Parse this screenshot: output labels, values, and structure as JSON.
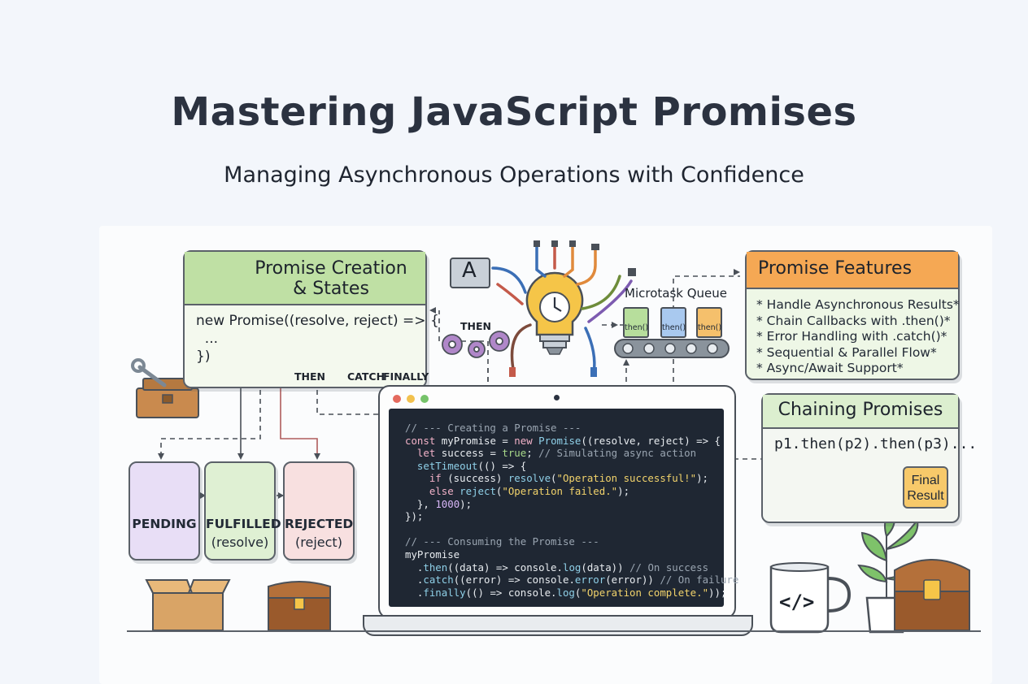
{
  "header": {
    "title": "Mastering JavaScript Promises",
    "subtitle": "Managing Asynchronous Operations with Confidence"
  },
  "creation_card": {
    "title_line1": "Promise Creation",
    "title_line2": "& States",
    "code": [
      "new Promise((resolve, reject) => {",
      "  ...",
      "})"
    ]
  },
  "gear_labels": {
    "then": "THEN",
    "catch": "CATCH",
    "finally": "FINALLY",
    "then_top": "THEN"
  },
  "states": [
    {
      "name": "PENDING",
      "sub": ""
    },
    {
      "name": "FULFILLED",
      "sub": "(resolve)"
    },
    {
      "name": "REJECTED",
      "sub": "(reject)"
    }
  ],
  "microtask": {
    "label": "Microtask Queue",
    "items": [
      "then()",
      "then()",
      "then()"
    ]
  },
  "bulb_badge": "A",
  "features_card": {
    "title": "Promise Features",
    "items": [
      "* Handle Asynchronous Results*",
      "* Chain Callbacks with .then()*",
      "* Error Handling with .catch()*",
      "* Sequential & Parallel Flow*",
      "* Async/Await Support*"
    ]
  },
  "chaining_card": {
    "title": "Chaining Promises",
    "code": "p1.then(p2).then(p3)...",
    "final_line1": "Final",
    "final_line2": "Result"
  },
  "mug_text": "</>",
  "colors": {
    "creation_head": "#bfe0a4",
    "features_head": "#f5a854",
    "terminal_bg": "#1f2733",
    "pending": "#e8def6",
    "fulfilled": "#dff0d3",
    "rejected": "#f8e0e0"
  }
}
